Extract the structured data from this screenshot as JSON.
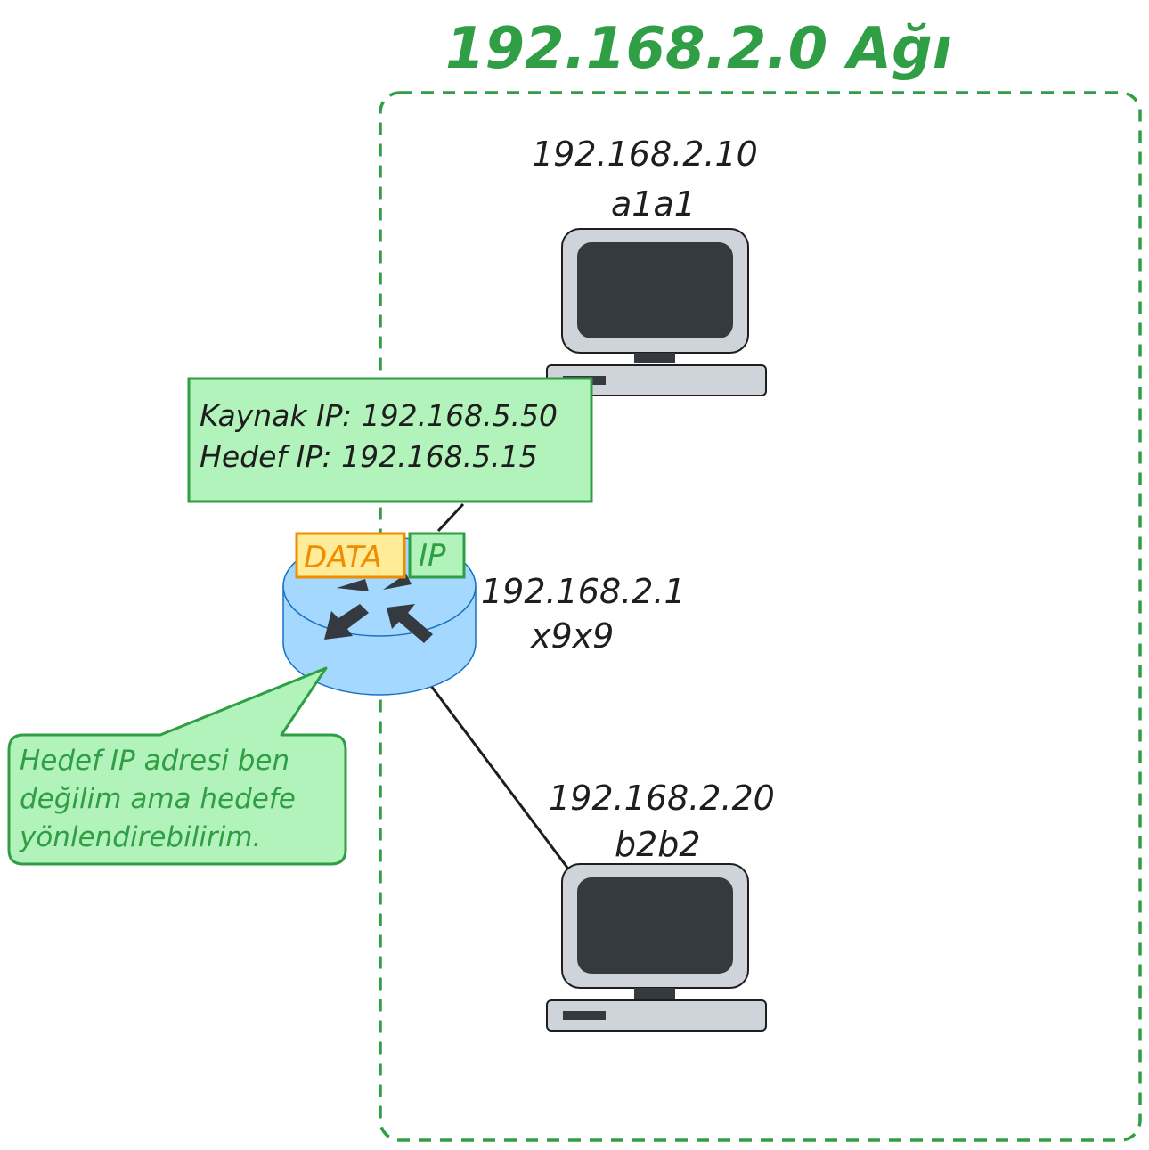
{
  "network": {
    "title": "192.168.2.0 Ağı",
    "color": "#2f9e44"
  },
  "hosts": {
    "a1a1": {
      "ip": "192.168.2.10",
      "mac": "a1a1"
    },
    "b2b2": {
      "ip": "192.168.2.20",
      "mac": "b2b2"
    }
  },
  "router": {
    "ip": "192.168.2.1",
    "mac": "x9x9",
    "color": "#a5d8ff"
  },
  "packet": {
    "data_label": "DATA",
    "ip_label": "IP",
    "data_color": "#ffec99",
    "ip_color": "#b2f2bb"
  },
  "ip_header": {
    "source": "Kaynak IP: 192.168.5.50",
    "destination": "Hedef IP: 192.168.5.15"
  },
  "callout": {
    "lines": [
      "Hedef IP adresi ben",
      "değilim ama hedefe",
      "yönlendirebilirim."
    ]
  }
}
